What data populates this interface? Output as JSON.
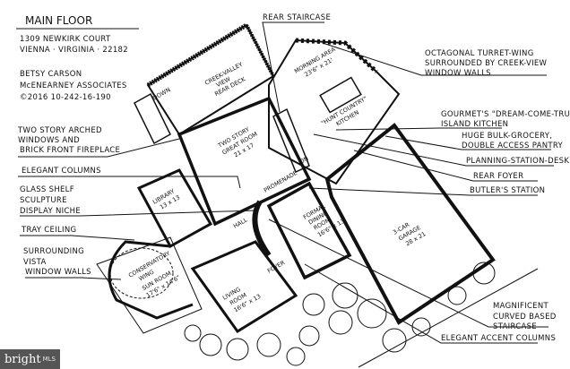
{
  "header": {
    "title": "MAIN FLOOR",
    "address_line1": "1309 NEWKIRK COURT",
    "address_line2": "VIENNA · VIRGINIA · 22182",
    "agent": "BETSY CARSON",
    "agency": "McENEARNEY ASSOCIATES",
    "copyright": "©2016 10-242-16-190"
  },
  "callouts_right": [
    {
      "lines": [
        "REAR STAIRCASE"
      ]
    },
    {
      "lines": [
        "OCTAGONAL TURRET-WING",
        "SURROUNDED BY CREEK-VIEW",
        "WINDOW WALLS"
      ]
    },
    {
      "lines": [
        "GOURMET'S \"DREAM-COME-TRUE\"",
        "ISLAND KITCHEN"
      ]
    },
    {
      "lines": [
        "HUGE BULK-GROCERY,",
        "DOUBLE ACCESS PANTRY"
      ]
    },
    {
      "lines": [
        "PLANNING-STATION-DESK"
      ]
    },
    {
      "lines": [
        "REAR FOYER"
      ]
    },
    {
      "lines": [
        "BUTLER'S STATION"
      ]
    },
    {
      "lines": [
        "MAGNIFICENT",
        "CURVED BASED",
        "STAIRCASE"
      ]
    },
    {
      "lines": [
        "ELEGANT ACCENT COLUMNS"
      ]
    }
  ],
  "callouts_left": [
    {
      "lines": [
        "TWO STORY ARCHED",
        "WINDOWS AND",
        "BRICK FRONT FIREPLACE"
      ]
    },
    {
      "lines": [
        "ELEGANT COLUMNS"
      ]
    },
    {
      "lines": [
        "GLASS SHELF",
        "SCULPTURE",
        "DISPLAY NICHE"
      ]
    },
    {
      "lines": [
        "TRAY CEILING"
      ]
    },
    {
      "lines": [
        "SURROUNDING",
        "VISTA",
        "WINDOW WALLS"
      ]
    }
  ],
  "rooms": {
    "deck": [
      "CREEK-VALLEY",
      "VIEW",
      "REAR DECK"
    ],
    "down": "DOWN",
    "morning": [
      "MORNING AREA",
      "23'6\" x 21'"
    ],
    "kitchen": [
      "\"HUNT COUNTRY\"",
      "KITCHEN"
    ],
    "great_room": [
      "TWO STORY",
      "GREAT ROOM",
      "21 x 17"
    ],
    "dn": "DN",
    "promenade": "PROMENADE",
    "library": [
      "LIBRARY",
      "13 x 13"
    ],
    "hall": "HALL",
    "dining": [
      "FORMAL",
      "DINING",
      "ROOM",
      "16'6\" x 13"
    ],
    "garage": [
      "3-CAR",
      "GARAGE",
      "28 x 21"
    ],
    "conservatory": [
      "CONSERVATORY",
      "WING",
      "SUN ROOM",
      "17'6\" x 14'6\""
    ],
    "living": [
      "LIVING",
      "ROOM",
      "16'6\" x 13"
    ],
    "foyer": "FOYER"
  },
  "watermark": {
    "brand": "bright",
    "suffix": "MLS"
  }
}
